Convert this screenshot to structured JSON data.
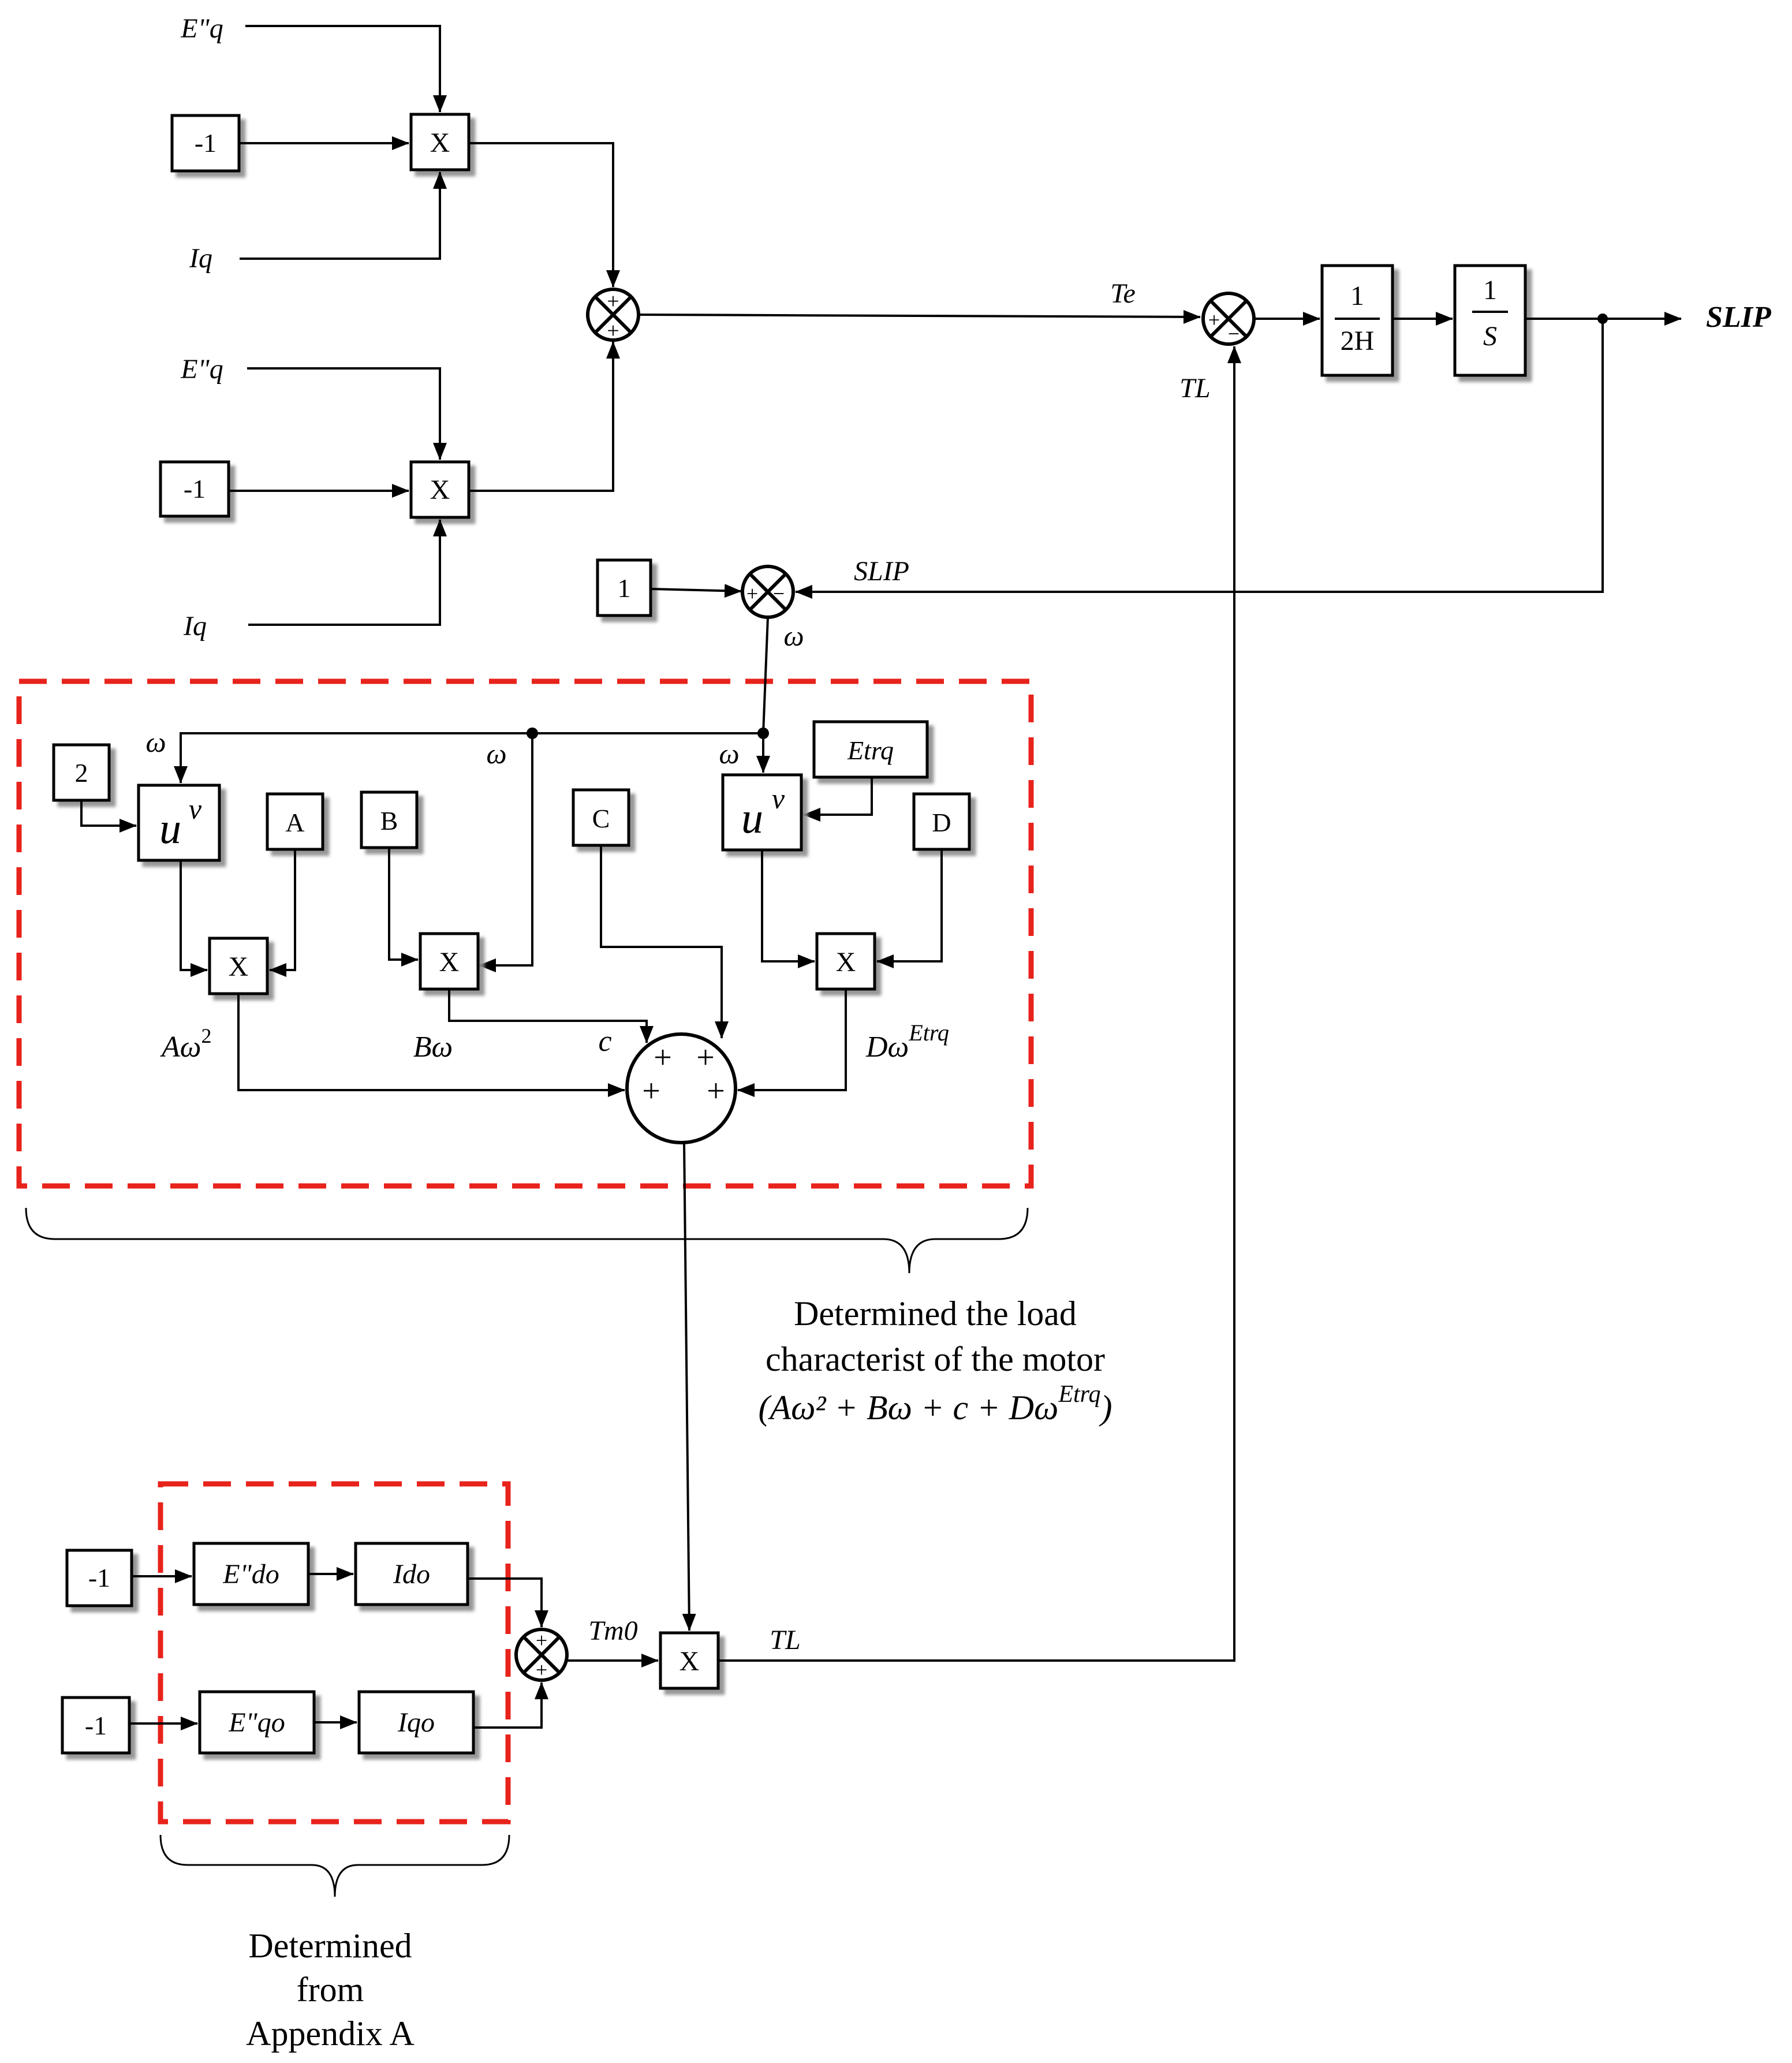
{
  "colors": {
    "highlight": "#e8231c",
    "ink": "#000000",
    "shadow": "#8c8c8c"
  },
  "top": {
    "in1": {
      "label": "E\"q",
      "const": "-1",
      "mult": "X",
      "input": "Iq"
    },
    "in2": {
      "label": "E\"q",
      "const": "-1",
      "mult": "X",
      "input": "Iq"
    },
    "sum_signs": [
      "+",
      "+"
    ],
    "te_label": "Te",
    "tl_label": "TL",
    "sum2_signs": [
      "+",
      "−"
    ],
    "gain": {
      "num": "1",
      "den": "2H"
    },
    "integrator": {
      "num": "1",
      "den": "S"
    },
    "output": "SLIP"
  },
  "speed": {
    "const": "1",
    "slip_label": "SLIP",
    "sum_signs": [
      "+",
      "−"
    ],
    "omega": "ω"
  },
  "load": {
    "const2": "2",
    "omega_labels": [
      "ω",
      "ω",
      "ω"
    ],
    "power1": {
      "u": "u",
      "v": "v"
    },
    "power2": {
      "u": "u",
      "v": "v"
    },
    "etrq": "Etrq",
    "coefs": [
      "A",
      "B",
      "C",
      "D"
    ],
    "mults": [
      "X",
      "X",
      "X"
    ],
    "term_labels": {
      "a_base": "Aω",
      "a_exp": "2",
      "b": "Bω",
      "c": "c",
      "d_base": "Dω",
      "d_exp": "Etrq"
    },
    "sum_signs": [
      "+",
      "+",
      "+",
      "+"
    ],
    "caption": {
      "line1": "Determined  the load",
      "line2": "characterist of the motor",
      "formula": "(Aω² + Bω + c + Dω",
      "formula_exp": "Etrq",
      "formula_close": ")"
    }
  },
  "initial": {
    "const1": "-1",
    "const2": "-1",
    "edo": "E\"do",
    "ido": "Ido",
    "eqo": "E\"qo",
    "iqo": "Iqo",
    "sum_signs": [
      "+",
      "+"
    ],
    "tm0": "Tm0",
    "mult": "X",
    "tl": "TL",
    "caption": {
      "line1": "Determined",
      "line2": "from",
      "line3": "Appendix A"
    }
  }
}
